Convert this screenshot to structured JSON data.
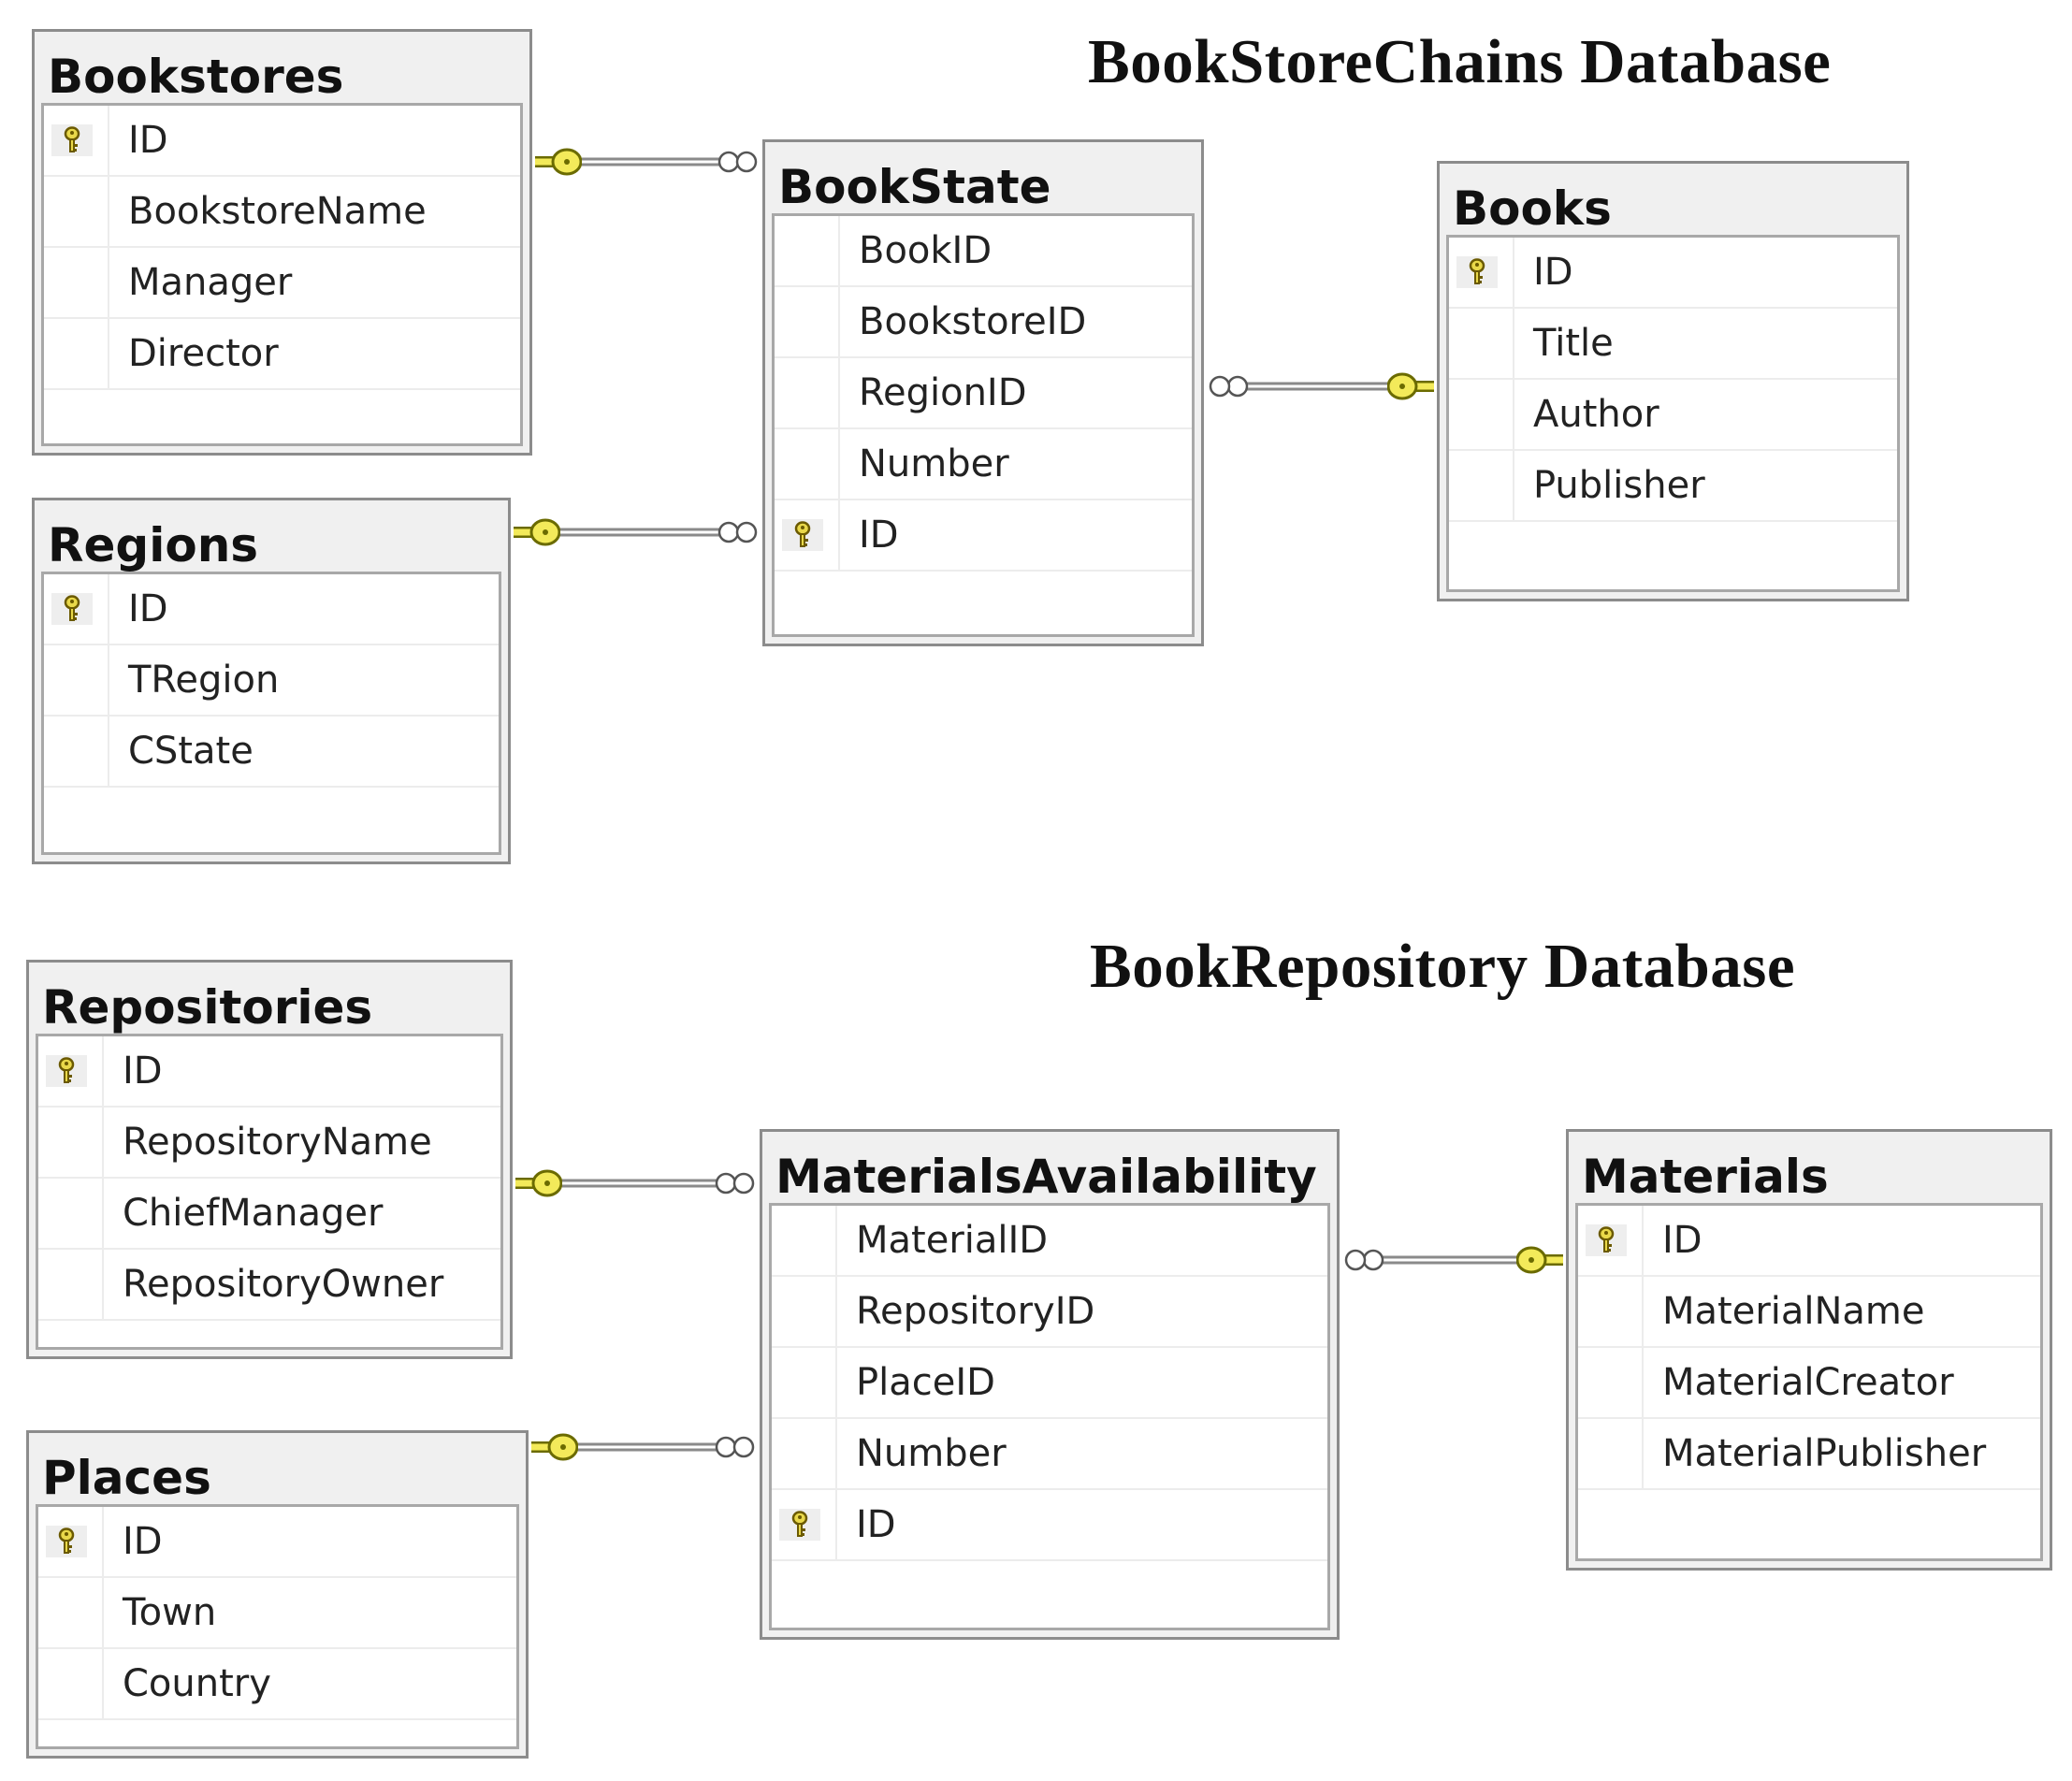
{
  "titles": {
    "bookstore_chains": "BookStoreChains Database",
    "book_repository": "BookRepository Database"
  },
  "colors": {
    "key_yellow": "#f3ea5a",
    "key_outline": "#6b6b00",
    "line_gray": "#8a8a8a",
    "header_gray": "#f0f0f0"
  },
  "tables": {
    "bookstores": {
      "title": "Bookstores",
      "columns": [
        {
          "name": "ID",
          "primary_key": true
        },
        {
          "name": "BookstoreName",
          "primary_key": false
        },
        {
          "name": "Manager",
          "primary_key": false
        },
        {
          "name": "Director",
          "primary_key": false
        }
      ]
    },
    "regions": {
      "title": "Regions",
      "columns": [
        {
          "name": "ID",
          "primary_key": true
        },
        {
          "name": "TRegion",
          "primary_key": false
        },
        {
          "name": "CState",
          "primary_key": false
        }
      ]
    },
    "bookstate": {
      "title": "BookState",
      "columns": [
        {
          "name": "BookID",
          "primary_key": false
        },
        {
          "name": "BookstoreID",
          "primary_key": false
        },
        {
          "name": "RegionID",
          "primary_key": false
        },
        {
          "name": "Number",
          "primary_key": false
        },
        {
          "name": "ID",
          "primary_key": true
        }
      ]
    },
    "books": {
      "title": "Books",
      "columns": [
        {
          "name": "ID",
          "primary_key": true
        },
        {
          "name": "Title",
          "primary_key": false
        },
        {
          "name": "Author",
          "primary_key": false
        },
        {
          "name": "Publisher",
          "primary_key": false
        }
      ]
    },
    "repositories": {
      "title": "Repositories",
      "columns": [
        {
          "name": "ID",
          "primary_key": true
        },
        {
          "name": "RepositoryName",
          "primary_key": false
        },
        {
          "name": "ChiefManager",
          "primary_key": false
        },
        {
          "name": "RepositoryOwner",
          "primary_key": false
        }
      ]
    },
    "places": {
      "title": "Places",
      "columns": [
        {
          "name": "ID",
          "primary_key": true
        },
        {
          "name": "Town",
          "primary_key": false
        },
        {
          "name": "Country",
          "primary_key": false
        }
      ]
    },
    "materials_availability": {
      "title": "MaterialsAvailability",
      "columns": [
        {
          "name": "MaterialID",
          "primary_key": false
        },
        {
          "name": "RepositoryID",
          "primary_key": false
        },
        {
          "name": "PlaceID",
          "primary_key": false
        },
        {
          "name": "Number",
          "primary_key": false
        },
        {
          "name": "ID",
          "primary_key": true
        }
      ]
    },
    "materials": {
      "title": "Materials",
      "columns": [
        {
          "name": "ID",
          "primary_key": true
        },
        {
          "name": "MaterialName",
          "primary_key": false
        },
        {
          "name": "MaterialCreator",
          "primary_key": false
        },
        {
          "name": "MaterialPublisher",
          "primary_key": false
        }
      ]
    }
  },
  "relationships": [
    {
      "one": "bookstores",
      "many": "bookstate"
    },
    {
      "one": "regions",
      "many": "bookstate"
    },
    {
      "one": "books",
      "many": "bookstate"
    },
    {
      "one": "repositories",
      "many": "materials_availability"
    },
    {
      "one": "places",
      "many": "materials_availability"
    },
    {
      "one": "materials",
      "many": "materials_availability"
    }
  ]
}
